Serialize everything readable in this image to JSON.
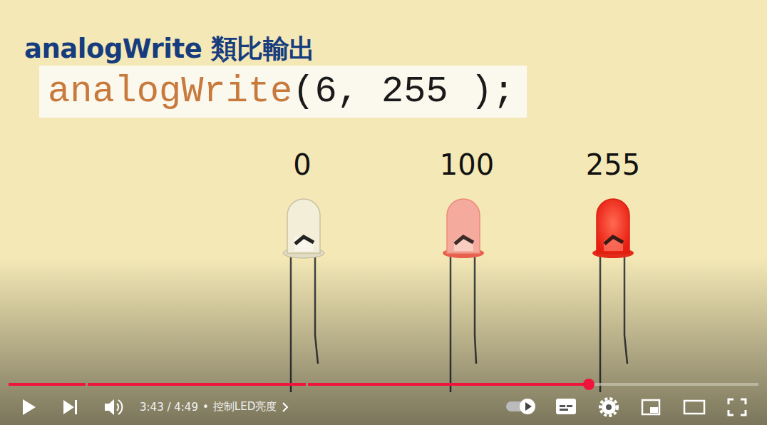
{
  "diagram": {
    "title": "analogWrite 類比輸出",
    "nodes": [
      {
        "text": [
          "analogWrite",
          "(6, 255 );"
        ]
      }
    ],
    "labels": [
      "0",
      "100",
      "255",
      "3:43 / 4:49",
      "•",
      "控制LED亮度"
    ]
  }
}
